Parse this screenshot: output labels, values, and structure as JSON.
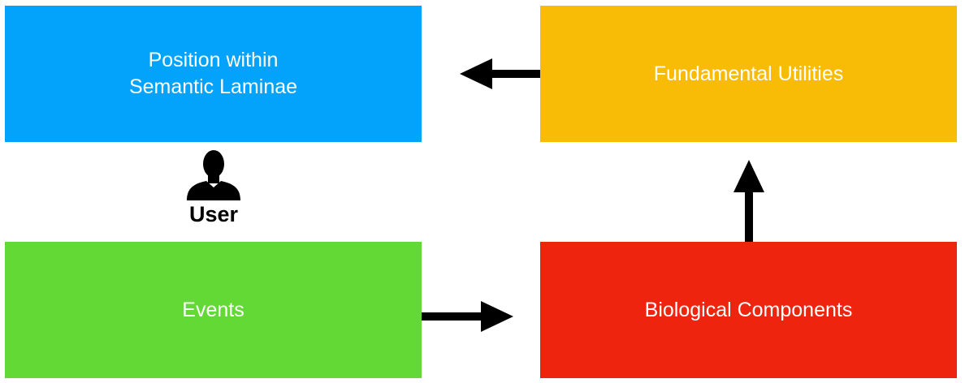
{
  "colors": {
    "position_box": "#03a3fb",
    "utilities_box": "#f8bc06",
    "events_box": "#63d936",
    "bio_box": "#ee240e",
    "arrow": "#000000",
    "text_on_box": "#ffffff"
  },
  "nodes": {
    "position": {
      "label": "Position within\nSemantic Laminae"
    },
    "utilities": {
      "label": "Fundamental Utilities"
    },
    "events": {
      "label": "Events"
    },
    "bio": {
      "label": "Biological Components"
    }
  },
  "user": {
    "icon": "user-silhouette-icon",
    "label": "User"
  },
  "edges": [
    {
      "from": "events",
      "to": "bio"
    },
    {
      "from": "bio",
      "to": "utilities"
    },
    {
      "from": "utilities",
      "to": "position"
    }
  ]
}
